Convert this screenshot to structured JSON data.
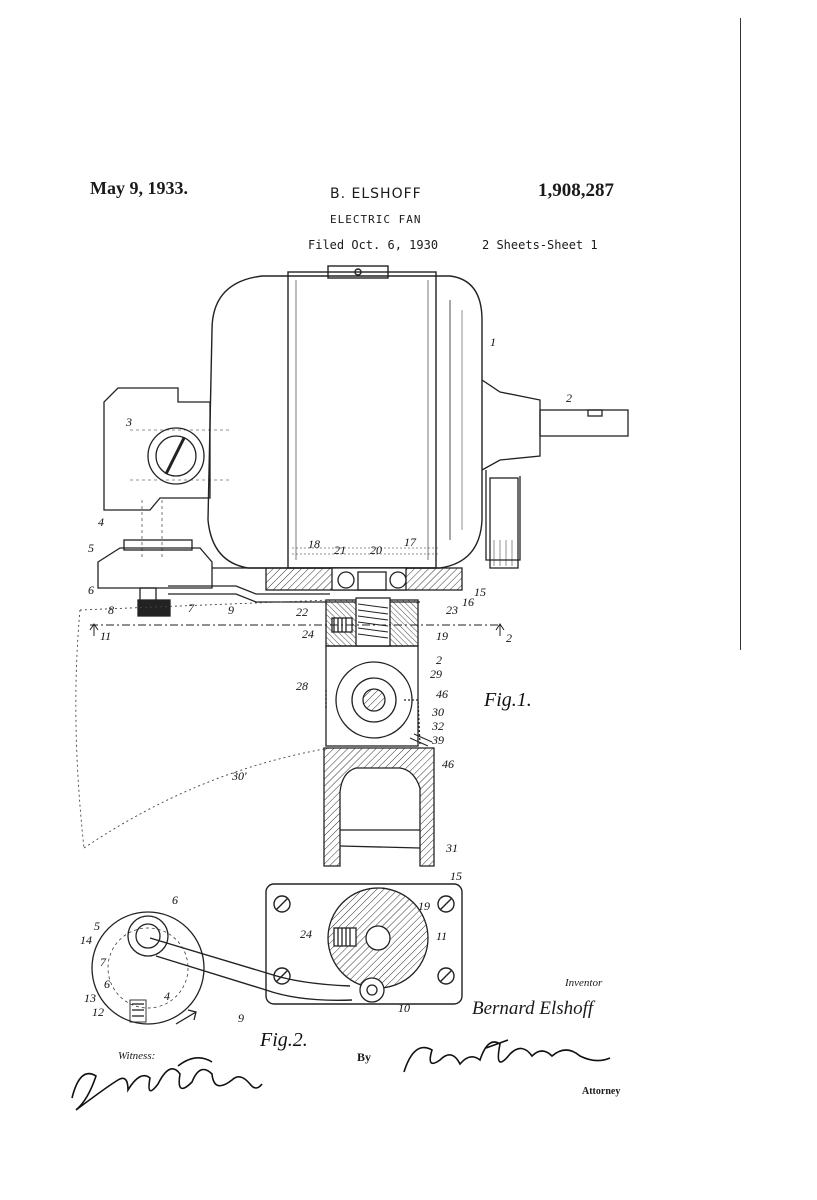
{
  "header": {
    "date": "May 9, 1933.",
    "inventor": "B. ELSHOFF",
    "patent_number": "1,908,287",
    "title": "ELECTRIC FAN",
    "filed": "Filed Oct. 6, 1930",
    "sheets": "2 Sheets-Sheet 1"
  },
  "figures": {
    "fig1_label": "Fig.1.",
    "fig2_label": "Fig.2."
  },
  "reference_numerals": {
    "fig1": [
      "1",
      "2",
      "3",
      "4",
      "5",
      "6",
      "8",
      "7",
      "9",
      "18",
      "21",
      "20",
      "17",
      "15",
      "16",
      "22",
      "23",
      "24",
      "19",
      "11",
      "2",
      "2",
      "29",
      "28",
      "46",
      "30",
      "32",
      "39",
      "46",
      "30'",
      "31",
      "31"
    ],
    "fig2": [
      "6",
      "5",
      "14",
      "7",
      "6",
      "13",
      "12",
      "4",
      "9",
      "15",
      "19",
      "24",
      "11",
      "10"
    ]
  },
  "signatures": {
    "inventor_label": "Inventor",
    "inventor_name": "Bernard Elshoff",
    "by": "By",
    "attorney_label": "Attorney",
    "witness_label": "Witness:"
  }
}
